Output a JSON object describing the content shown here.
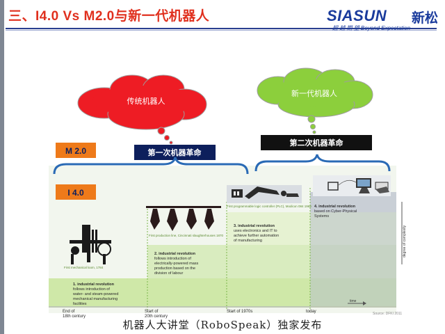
{
  "header": {
    "title": "三、I4.0 Vs M2.0与新一代机器人",
    "logo_text": "SIASUN",
    "logo_cn": "新松",
    "tagline": "超 越 期 望   Beyond Expectation"
  },
  "diagram": {
    "cloud_left": "传统机器人",
    "cloud_right": "新一代机器人",
    "label_first_revolution": "第一次机器革命",
    "label_second_revolution": "第二次机器革命",
    "badge_m20": "M 2.0",
    "badge_i40": "I 4.0",
    "stages": [
      {
        "text": "1. industrial revolution follows introduction of water- and steam-powered mechanical manufacturing facilities",
        "label": "First mechanical loom, 1784",
        "era": "End of 18th century"
      },
      {
        "text": "2. industrial revolution follows introduction of electrically-powered mass production based on the division of labour",
        "label": "First production line, Cincinnati slaughterhouses 1870",
        "era": "Start of 20th century"
      },
      {
        "text": "3. industrial revolution uses electronics and IT to achieve further automation of manufacturing",
        "label": "First programmable logic controller (PLC), Modicon 084 1969",
        "era": "Start of 1970s"
      },
      {
        "text": "4. industrial revolution based on Cyber-Physical Systems",
        "label": "",
        "era": "today"
      }
    ],
    "axis_time": "time",
    "axis_complexity": "degree of complexity",
    "source": "Source: DFKI 2011"
  },
  "footer": {
    "caption": "机器人大讲堂（RoboSpeak）独家发布"
  },
  "colors": {
    "title_red": "#e0301e",
    "brand_blue": "#1a3b9c",
    "cloud_red": "#ee1c24",
    "cloud_green": "#8ccf3c",
    "badge_orange": "#ee7a1a",
    "revolution_navy": "#0d1f5c"
  }
}
